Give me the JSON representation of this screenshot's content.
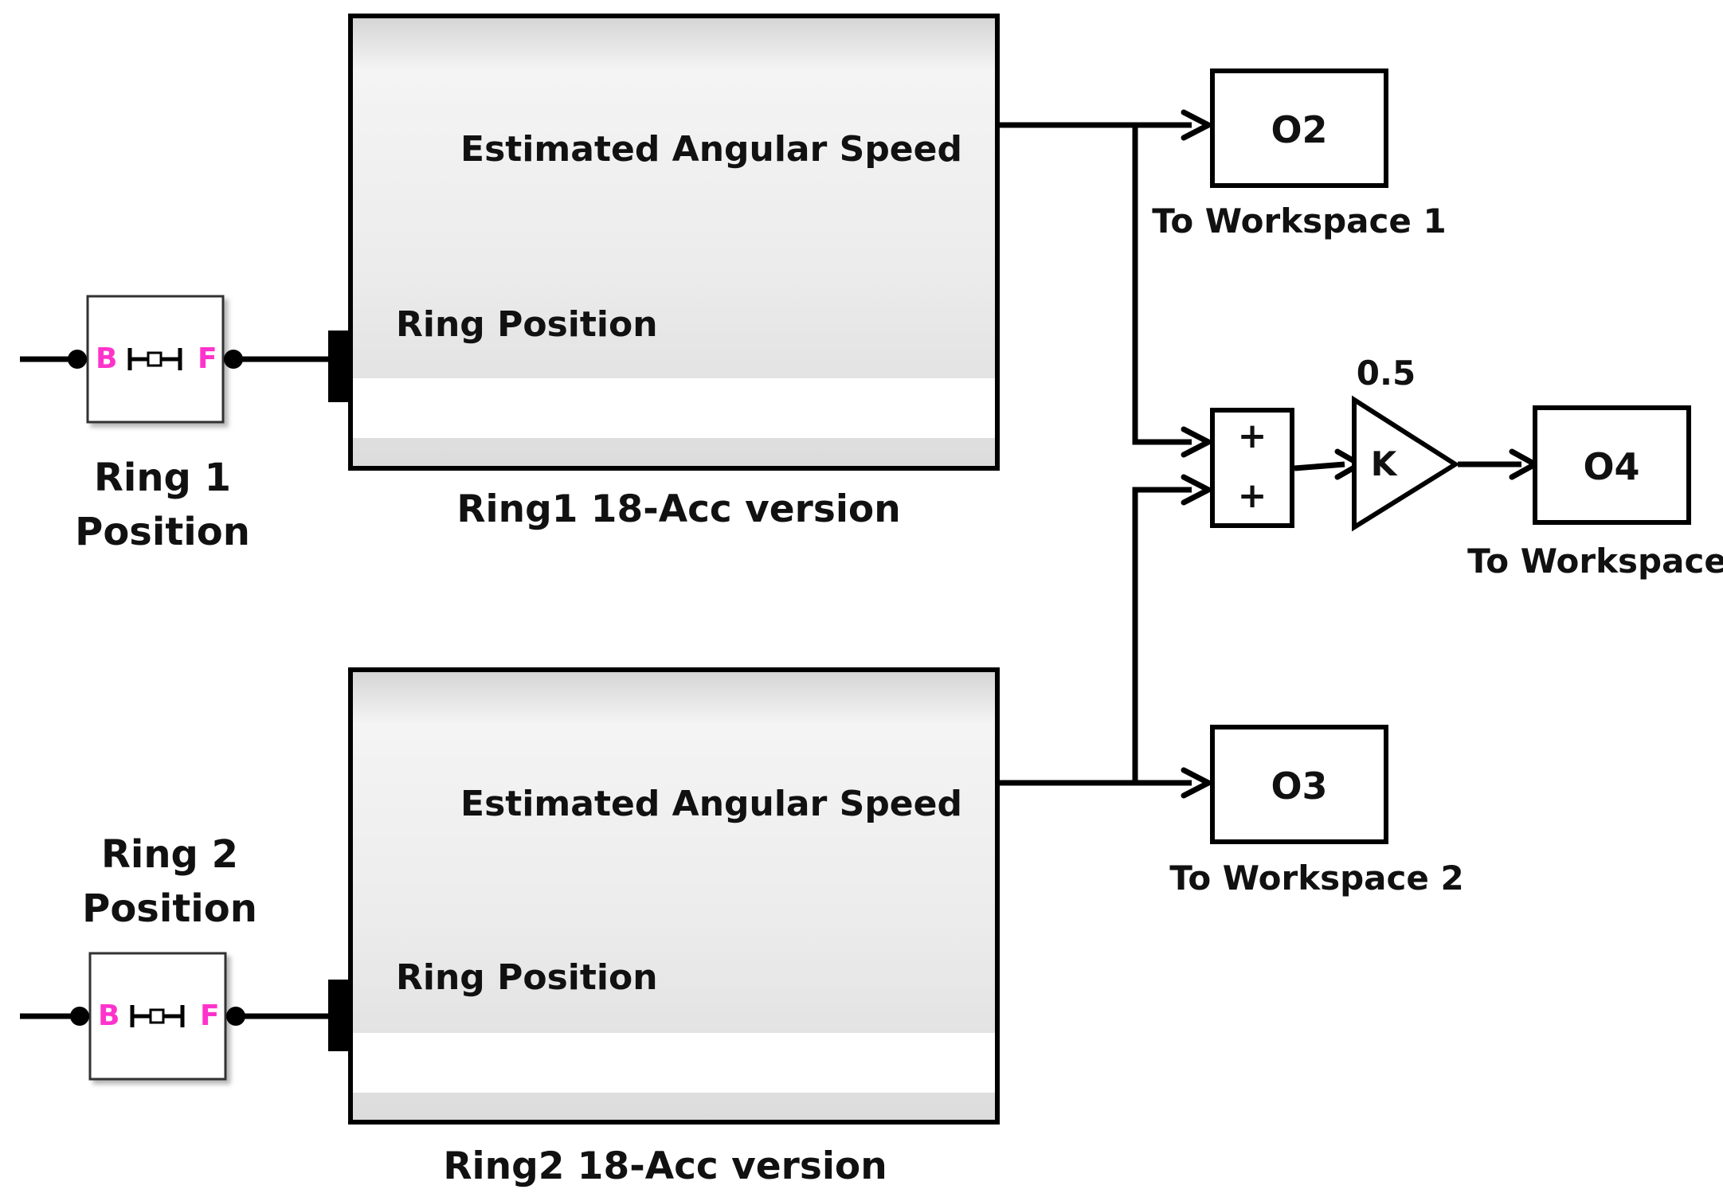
{
  "ring1_sensor": {
    "port_b": "B",
    "port_f": "F",
    "label_line1": "Ring 1",
    "label_line2": "Position"
  },
  "ring2_sensor": {
    "port_b": "B",
    "port_f": "F",
    "label_line1": "Ring 2",
    "label_line2": "Position"
  },
  "ring1_subsystem": {
    "output_port": "Estimated Angular Speed",
    "input_port": "Ring Position",
    "name": "Ring1 18-Acc version"
  },
  "ring2_subsystem": {
    "output_port": "Estimated Angular Speed",
    "input_port": "Ring Position",
    "name": "Ring2 18-Acc version"
  },
  "workspace1": {
    "variable": "O2",
    "name": "To Workspace 1"
  },
  "workspace2": {
    "variable": "O3",
    "name": "To Workspace 2"
  },
  "workspace": {
    "variable": "O4",
    "name": "To Workspace"
  },
  "sum_block": {
    "sign1": "+",
    "sign2": "+"
  },
  "gain_block": {
    "symbol": "K",
    "value": "0.5"
  },
  "colors": {
    "line": "#000000",
    "port_letter": "#ff33cc",
    "subsystem_fill": "#e6e6e6"
  }
}
